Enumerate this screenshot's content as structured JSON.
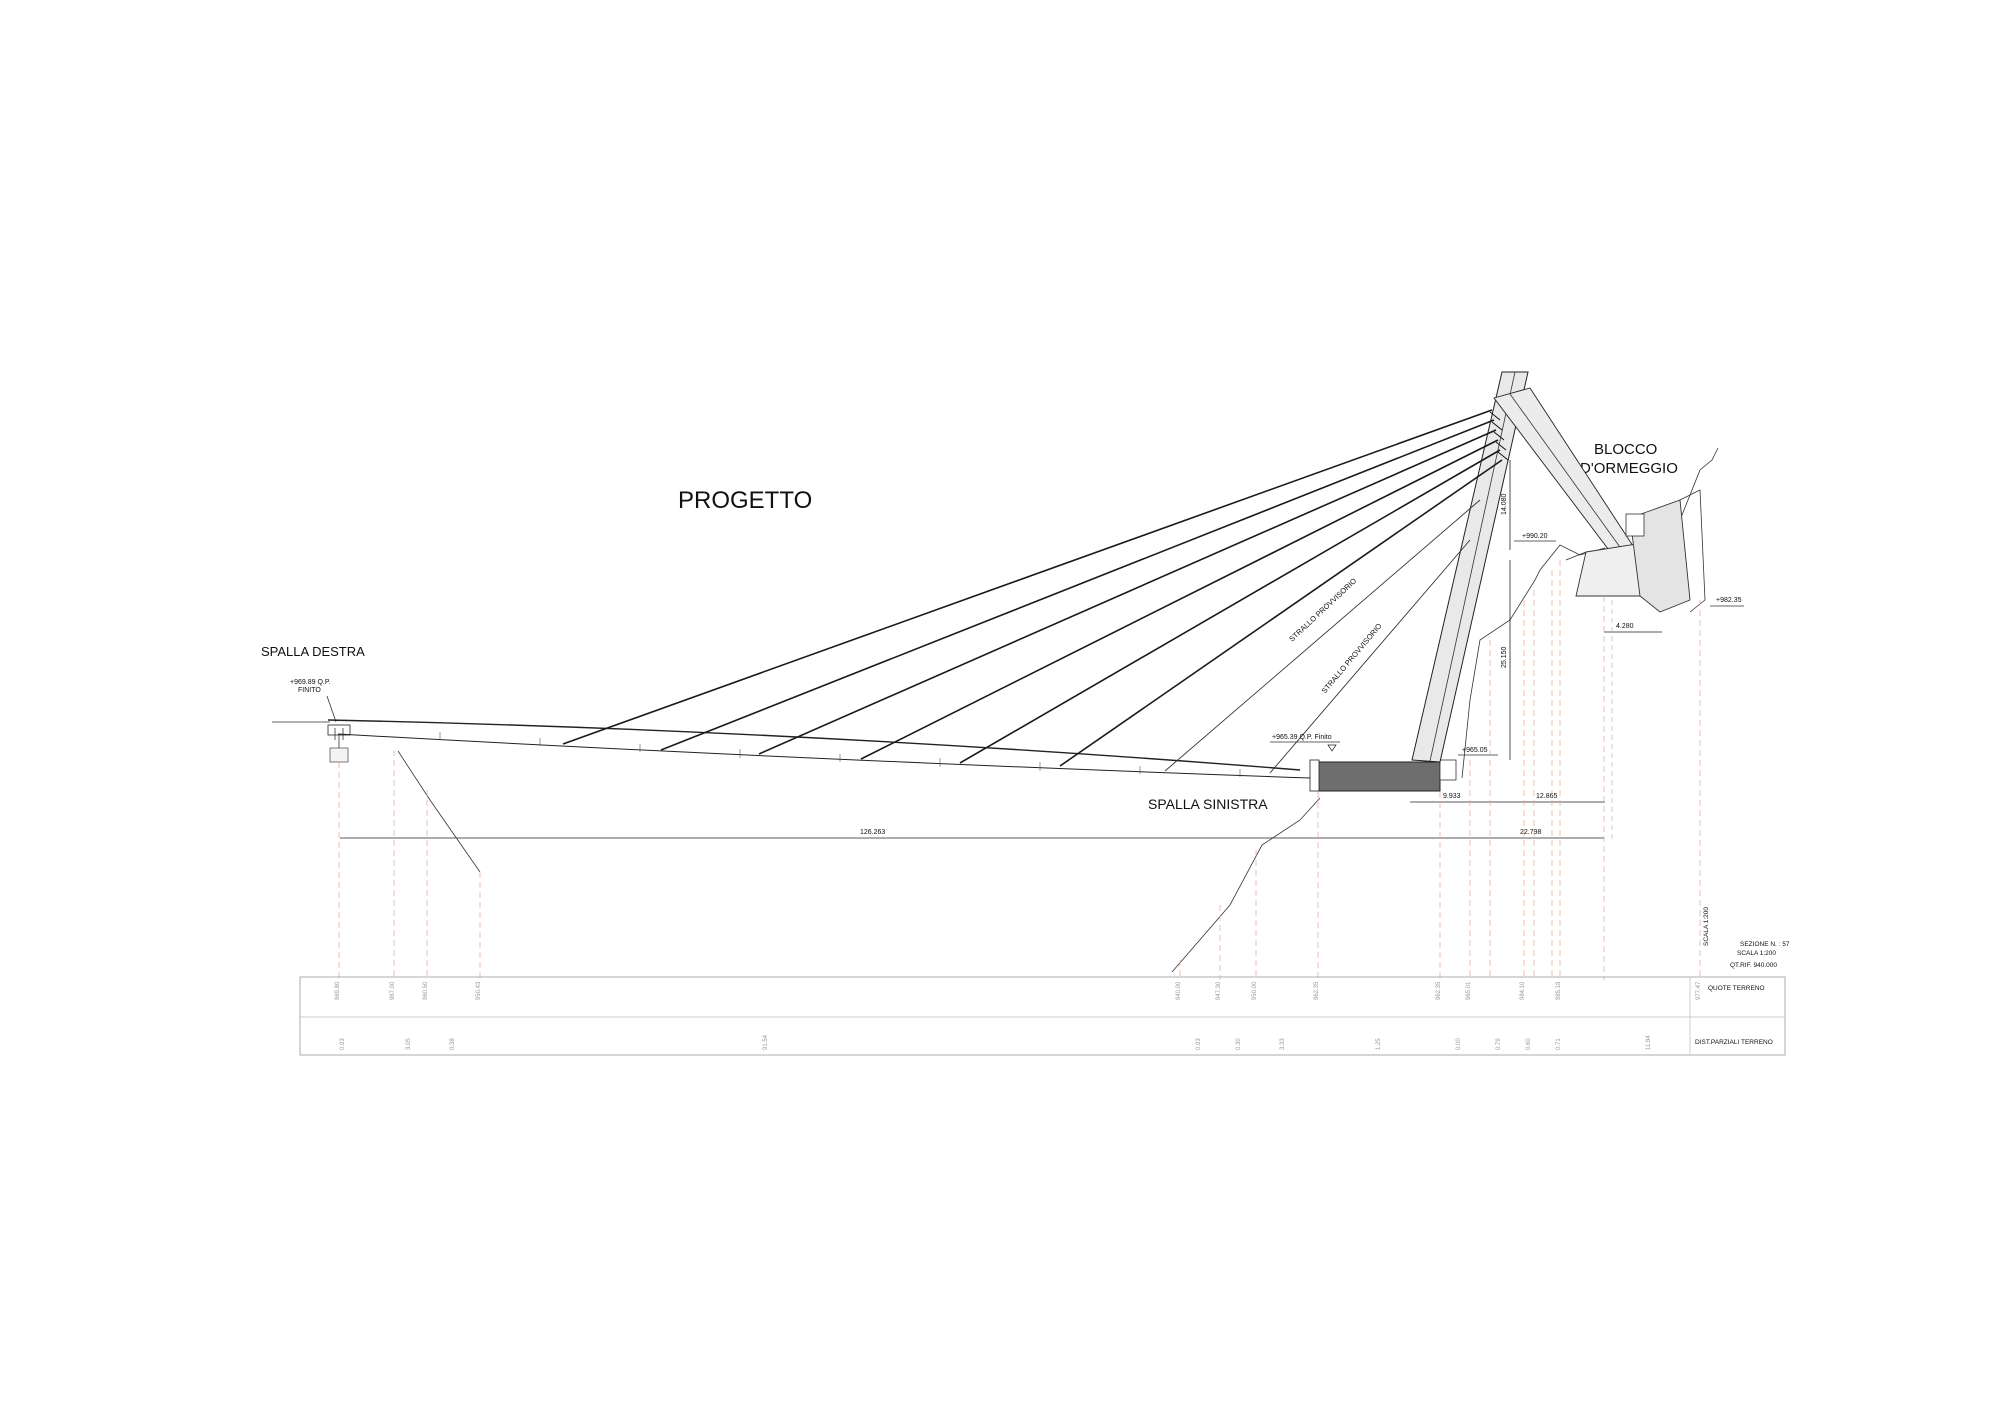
{
  "labels": {
    "title": "PROGETTO",
    "blocco_line1": "BLOCCO",
    "blocco_line2": "D'ORMEGGIO",
    "spalla_destra": "SPALLA DESTRA",
    "spalla_sinistra": "SPALLA SINISTRA",
    "strallo_1": "STRALLO PROVVISORIO",
    "strallo_2": "STRALLO PROVVISORIO"
  },
  "elevations": {
    "left_finish_1": "+969.89 Q.P.",
    "left_finish_2": "FINITO",
    "deck_finish": "+965.39 Q.P.  Finito",
    "base": "+965.05",
    "anchor_top": "+990.20",
    "right": "+982.35"
  },
  "dimensions": {
    "main_span": "126.263",
    "d_22798": "22.798",
    "d_9933": "9.933",
    "d_12865": "12.865",
    "d_4280": "4.280",
    "d_14080": "14.080",
    "d_25150": "25.150"
  },
  "section_info": {
    "sezione": "SEZIONE N. : 57",
    "scala": "SCALA        1:200",
    "qt_rif": "QT.RIF. 940.000",
    "side_scale": "SCALA        1:200"
  },
  "table": {
    "row1_label": "QUOTE TERRENO",
    "row2_label": "DIST.PARZIALI TERRENO"
  }
}
